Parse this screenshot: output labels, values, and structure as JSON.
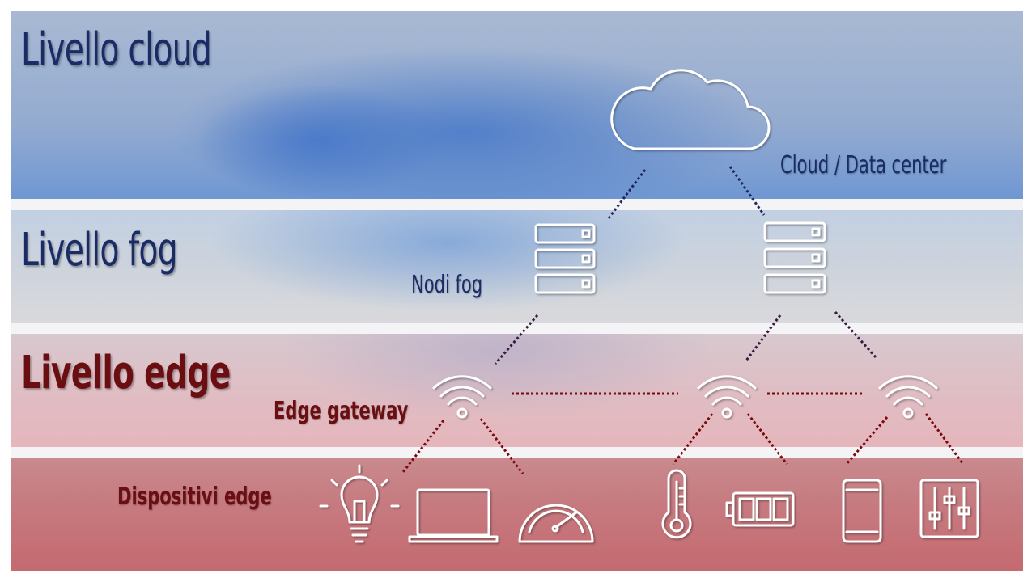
{
  "layers": {
    "cloud": {
      "title": "Livello cloud",
      "label": "Cloud / Data center"
    },
    "fog": {
      "title": "Livello fog",
      "label": "Nodi fog"
    },
    "edge": {
      "title": "Livello edge",
      "label": "Edge gateway"
    },
    "devices": {
      "label": "Dispositivi edge"
    }
  },
  "colors": {
    "title_blue": "#1a2c66",
    "title_red": "#6a0e12",
    "link_blue": "#1e2a5a",
    "link_red": "#7a0a10",
    "icon_stroke": "#ffffff"
  },
  "icons": {
    "cloud": "cloud-icon",
    "fog_nodes": [
      "server-stack-icon",
      "server-stack-icon"
    ],
    "gateways": [
      "wifi-icon",
      "wifi-icon",
      "wifi-icon"
    ],
    "devices": [
      "light-bulb-icon",
      "laptop-icon",
      "gauge-icon",
      "thermometer-icon",
      "battery-icon",
      "smartphone-icon",
      "mixer-sliders-icon"
    ]
  }
}
